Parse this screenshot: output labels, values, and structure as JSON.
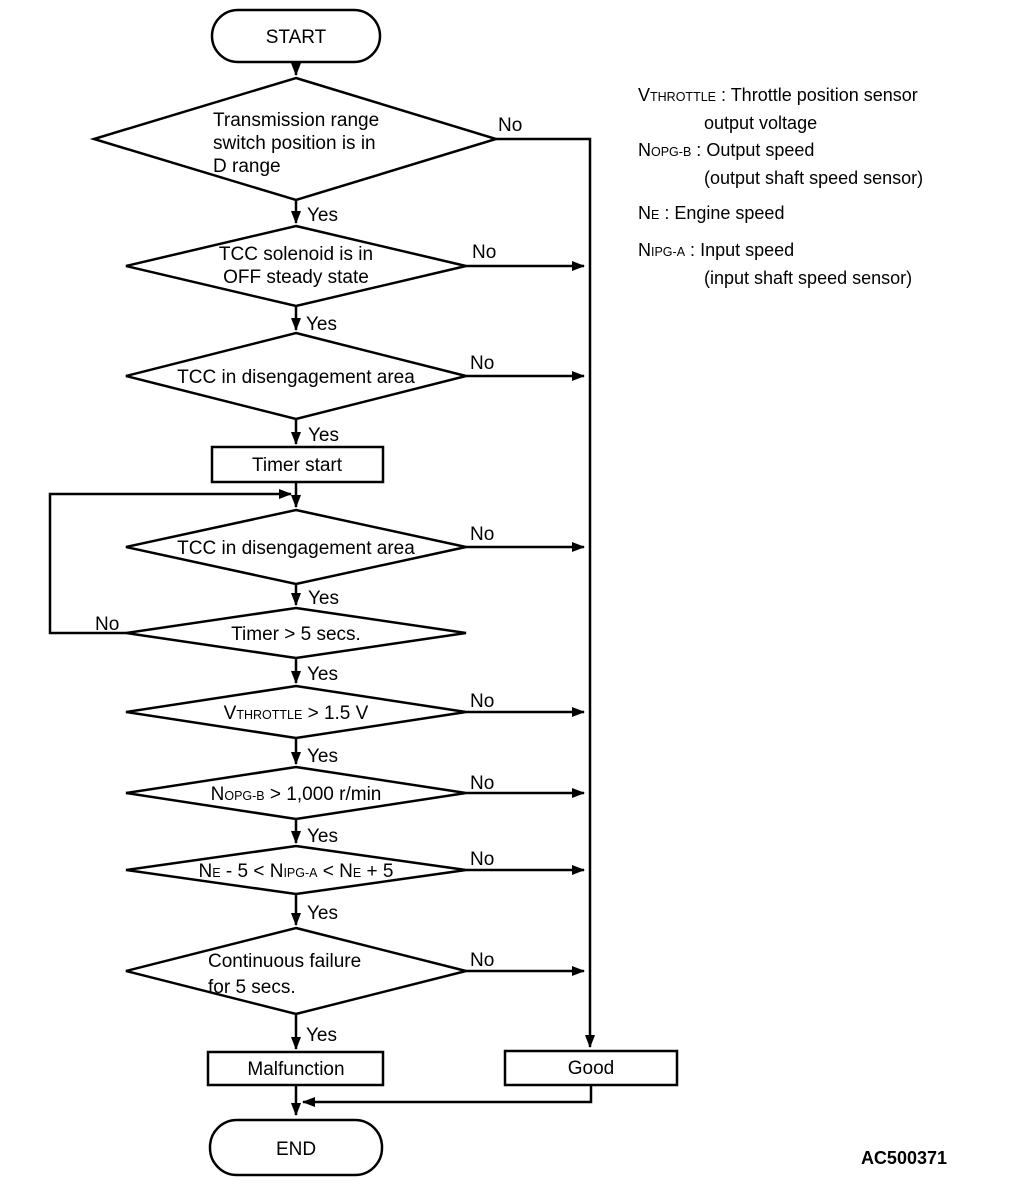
{
  "flow": {
    "start": "START",
    "d1": {
      "l1": "Transmission range",
      "l2": "switch position is in",
      "l3": "D range"
    },
    "d2": {
      "l1": "TCC solenoid is in",
      "l2": "OFF steady state"
    },
    "d3": "TCC in disengagement area",
    "timer": "Timer start",
    "d4": "TCC in disengagement area",
    "d5": "Timer > 5 secs.",
    "d6": {
      "p1": "V",
      "s1": "THROTTLE",
      "p2": " > 1.5 V"
    },
    "d7": {
      "p1": "N",
      "s1": "OPG-B",
      "p2": " > 1,000 r/min"
    },
    "d8": {
      "p1": "N",
      "s1": "E",
      "p2": " - 5 < N",
      "s2": "IPG-A",
      "p3": " < N",
      "s3": "E",
      "p4": " + 5"
    },
    "d9": {
      "l1": "Continuous failure",
      "l2": "for 5 secs."
    },
    "malfunction": "Malfunction",
    "good": "Good",
    "end": "END",
    "yes": "Yes",
    "no": "No"
  },
  "legend": {
    "throttle": {
      "sym": "V",
      "sub": "THROTTLE",
      "sep": " : ",
      "desc": "Throttle position sensor",
      "desc2": "output voltage"
    },
    "output_speed": {
      "sym": "N",
      "sub": "OPG-B",
      "sep": " : ",
      "desc": "Output speed",
      "desc2": "(output shaft speed sensor)"
    },
    "engine_speed": {
      "sym": "N",
      "sub": "E",
      "sep": " : ",
      "desc": "Engine speed"
    },
    "input_speed": {
      "sym": "N",
      "sub": "IPG-A",
      "sep": " : ",
      "desc": "Input speed",
      "desc2": "(input shaft speed sensor)"
    }
  },
  "figure_code": "AC500371",
  "colors": {
    "line": "#000000",
    "background": "#ffffff"
  }
}
